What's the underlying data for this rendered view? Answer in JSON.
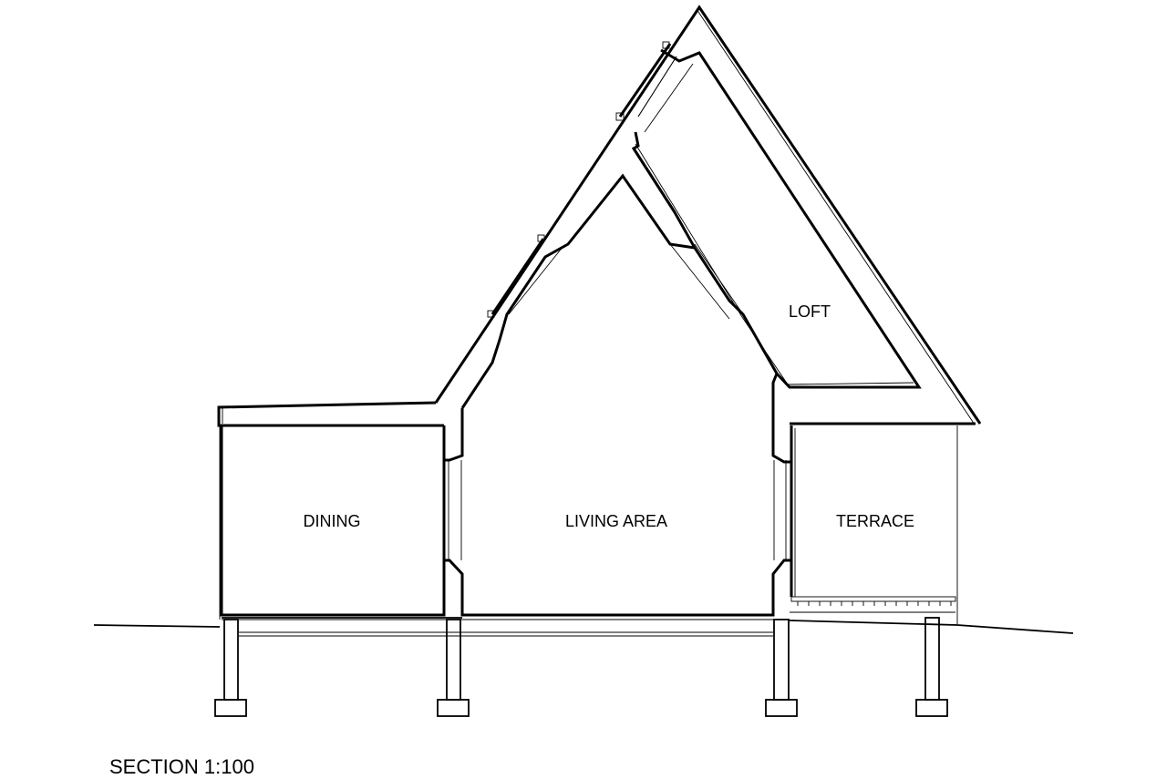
{
  "drawing": {
    "title": "SECTION 1:100",
    "rooms": {
      "loft": "LOFT",
      "dining": "DINING",
      "living": "LIVING AREA",
      "terrace": "TERRACE"
    }
  }
}
